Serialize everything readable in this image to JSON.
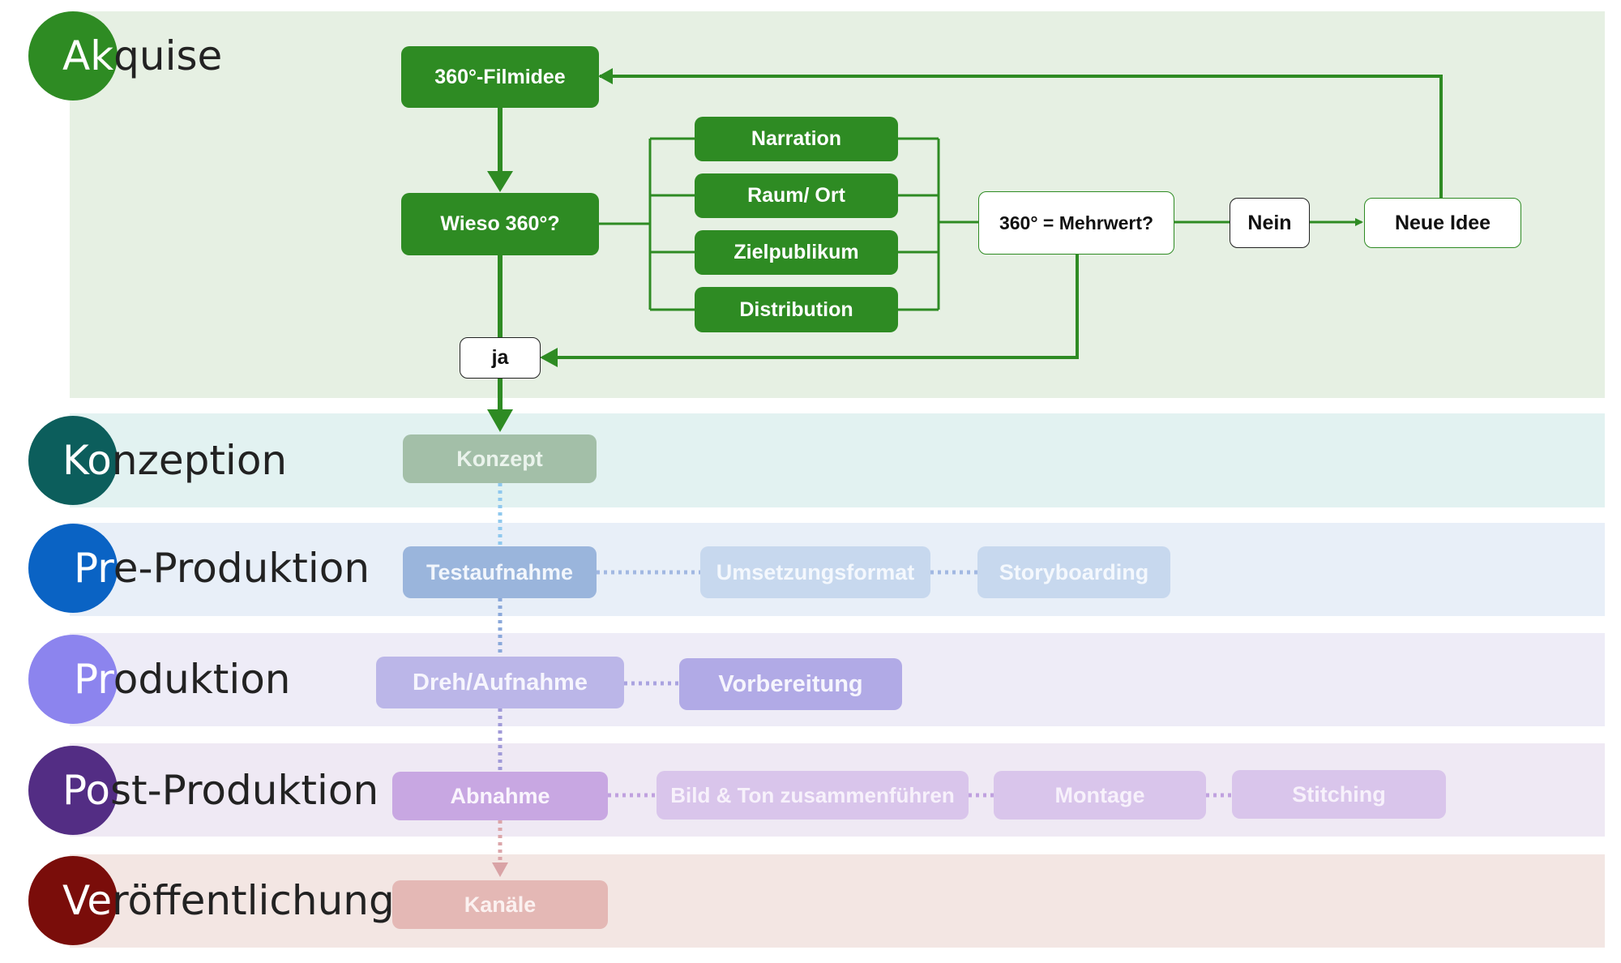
{
  "phases": [
    {
      "first": "Ak",
      "rest": "quise",
      "color": "#2e8b23"
    },
    {
      "first": "Ko",
      "rest": "nzeption",
      "color": "#0c5e5c"
    },
    {
      "first": "Pr",
      "rest": "e-Produktion",
      "color": "#0a63c4"
    },
    {
      "first": "Pr",
      "rest": "oduktion",
      "color": "#8c84ee"
    },
    {
      "first": "Po",
      "rest": "st-Produktion",
      "color": "#532d84"
    },
    {
      "first": "Ve",
      "rest": "röffentlichung",
      "color": "#7a0d0a"
    }
  ],
  "akquise": {
    "filmidee": "360°-Filmidee",
    "wieso": "Wieso 360°?",
    "narration": "Narration",
    "raum": "Raum/ Ort",
    "zielpublikum": "Zielpublikum",
    "distribution": "Distribution",
    "mehrwert": "360° = Mehrwert?",
    "nein": "Nein",
    "neue_idee": "Neue Idee",
    "ja": "ja"
  },
  "konzeption": {
    "konzept": "Konzept"
  },
  "pre_produktion": {
    "testaufnahme": "Testaufnahme",
    "umsetzungsformat": "Umsetzungsformat",
    "storyboarding": "Storyboarding"
  },
  "produktion": {
    "dreh": "Dreh/Aufnahme",
    "vorbereitung": "Vorbereitung"
  },
  "post_produktion": {
    "abnahme": "Abnahme",
    "bild_ton": "Bild & Ton zusammenführen",
    "montage": "Montage",
    "stitching": "Stitching"
  },
  "veroeffentlichung": {
    "kanaele": "Kanäle"
  },
  "colors": {
    "green": "#2e8b23",
    "konzept": "#a3bfa8",
    "testaufnahme": "#9ab5dc",
    "pre_light": "#c7d8ee",
    "dreh": "#bbb6e8",
    "vorbereitung": "#b1aae6",
    "abnahme": "#c8a7e2",
    "post_light": "#d9c5eb",
    "kanaele": "#e4b8b5"
  }
}
